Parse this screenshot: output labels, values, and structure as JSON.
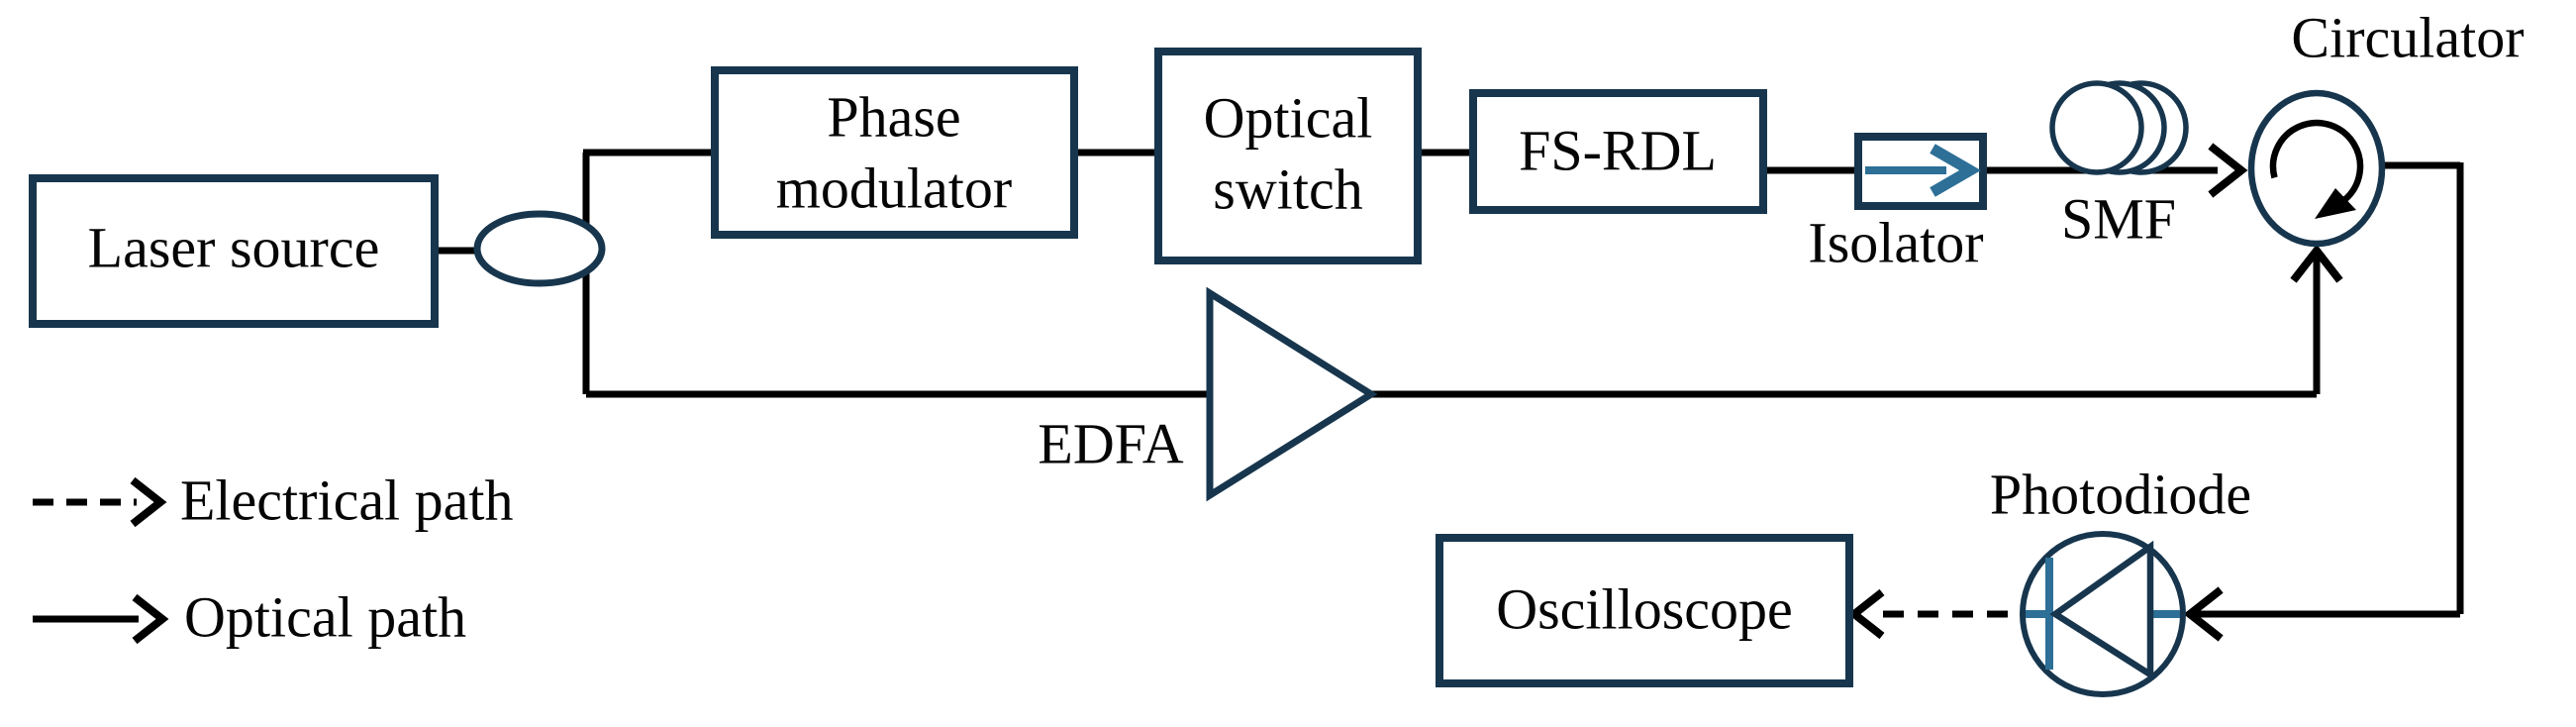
{
  "diagram": {
    "title_semantic": "Fiber-optic experimental setup block diagram",
    "components": {
      "laser_source": {
        "label": "Laser source"
      },
      "phase_modulator": {
        "label_line1": "Phase",
        "label_line2": "modulator"
      },
      "optical_switch": {
        "label_line1": "Optical",
        "label_line2": "switch"
      },
      "fs_rdl": {
        "label": "FS-RDL"
      },
      "isolator": {
        "label": "Isolator"
      },
      "smf": {
        "label": "SMF"
      },
      "circulator": {
        "label": "Circulator"
      },
      "edfa": {
        "label": "EDFA"
      },
      "oscilloscope": {
        "label": "Oscilloscope"
      },
      "photodiode": {
        "label": "Photodiode"
      }
    },
    "legend": {
      "electrical_label": "Electrical path",
      "optical_label": "Optical path"
    },
    "connections": [
      {
        "from": "laser_source",
        "to": "coupler",
        "type": "optical"
      },
      {
        "from": "coupler",
        "to": "phase_modulator",
        "type": "optical"
      },
      {
        "from": "phase_modulator",
        "to": "optical_switch",
        "type": "optical"
      },
      {
        "from": "optical_switch",
        "to": "fs_rdl",
        "type": "optical"
      },
      {
        "from": "fs_rdl",
        "to": "isolator",
        "type": "optical"
      },
      {
        "from": "isolator",
        "to": "smf",
        "type": "optical"
      },
      {
        "from": "smf",
        "to": "circulator",
        "type": "optical"
      },
      {
        "from": "coupler",
        "to": "edfa",
        "type": "optical"
      },
      {
        "from": "edfa",
        "to": "circulator",
        "type": "optical"
      },
      {
        "from": "circulator",
        "to": "photodiode",
        "type": "optical"
      },
      {
        "from": "photodiode",
        "to": "oscilloscope",
        "type": "electrical"
      }
    ],
    "colors": {
      "outline_navy": "#17364e",
      "accent_teal": "#2d6f97",
      "line_black": "#000000",
      "background": "#ffffff"
    }
  }
}
